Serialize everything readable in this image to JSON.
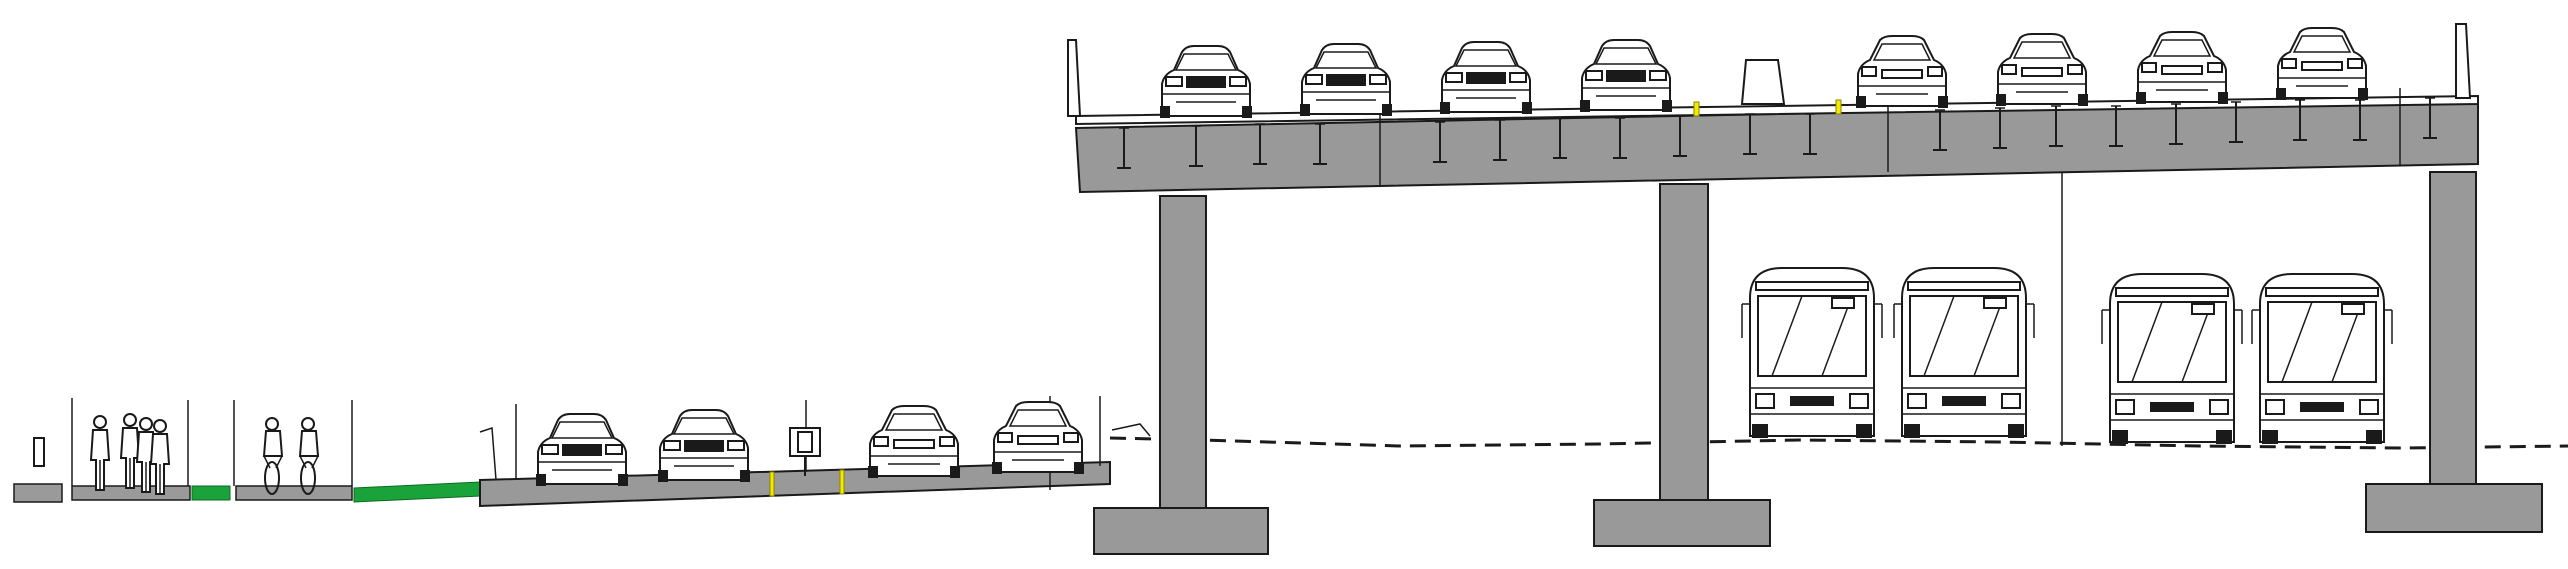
{
  "figure": {
    "type": "road cross-section",
    "colors": {
      "concrete": "#999999",
      "bike_lane": "#1aa33a",
      "lane_marker": "#f2ea00",
      "outline": "#1a1a1a",
      "background": "#ffffff"
    },
    "ground_level": {
      "sidewalk_users": [
        "pedestrian",
        "pedestrian",
        "pedestrian",
        "pedestrian"
      ],
      "bike_lane_users": [
        "cyclist",
        "cyclist"
      ],
      "cars": 4,
      "has_traffic_signal": true
    },
    "elevated_deck": {
      "cars": 8,
      "piers": 3
    },
    "under_deck": {
      "buses": 4
    }
  }
}
